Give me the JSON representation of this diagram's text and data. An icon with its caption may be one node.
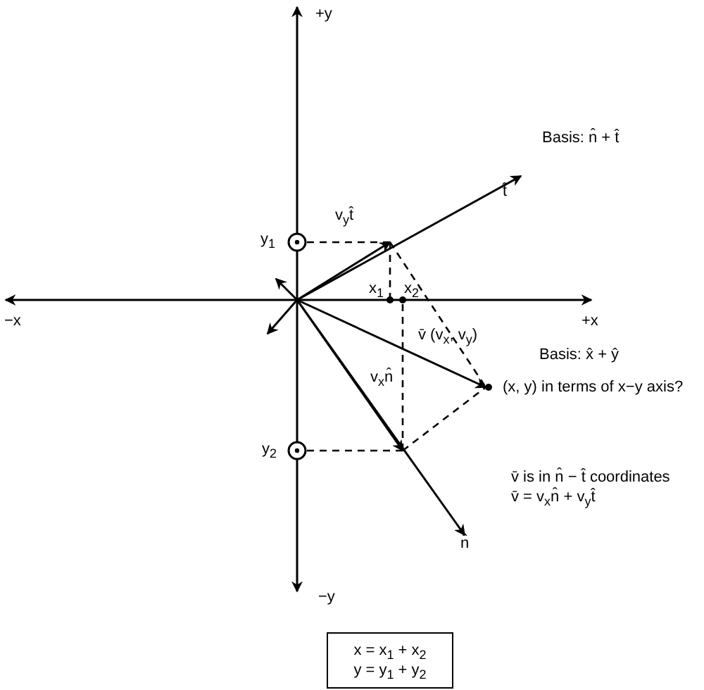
{
  "diagram": {
    "nodes": [
      {
        "text": [
          "x = x$_{1}$ + x$_{2}$",
          "y = y$_{1}$ + y$_{2}$"
        ]
      }
    ],
    "labels": [
      "+y",
      "Basis: n̂ + t̂",
      "t̂",
      "v$_{y}$t̂",
      "y$_{1}$",
      "x$_{1}$",
      "x$_{2}$",
      "−x",
      "+x",
      "v̄ (v$_{x}$, v$_{y}$)",
      "Basis: x̂ + ŷ",
      "v$_{x}$n̂",
      "(x, y) in terms of x−y axis?",
      "y$_{2}$",
      "v̄ is in n̂ − t̂ coordinates",
      "v̄ = v$_{x}$n̂ + v$_{y}$t̂",
      "n̂",
      "−y"
    ]
  }
}
